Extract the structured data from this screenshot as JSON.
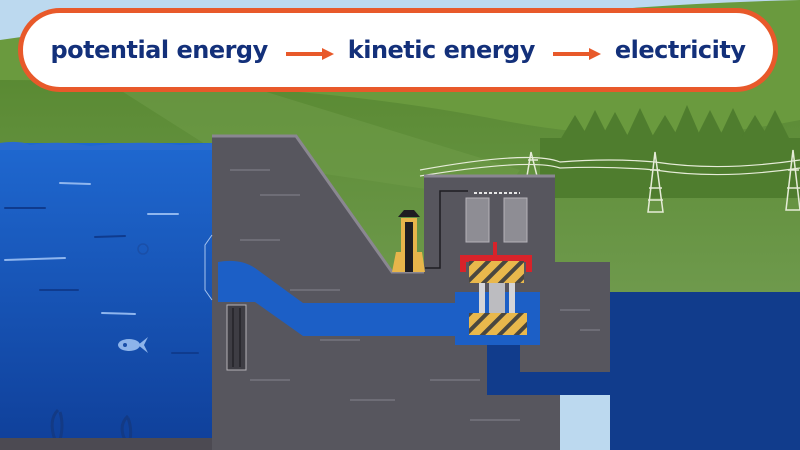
{
  "banner": {
    "steps": [
      "potential energy",
      "kinetic energy",
      "electricity"
    ],
    "arrow_icon": "right-arrow",
    "border_color": "#e8592a",
    "text_color": "#13307a"
  },
  "scene": {
    "description": "Cross-section of a hydroelectric dam",
    "elements": [
      "reservoir",
      "fish",
      "dam",
      "intake-gate",
      "penstock",
      "turbine",
      "generator",
      "transformer",
      "power-lines",
      "tailrace",
      "river"
    ],
    "colors": {
      "reservoir": "#1c5fc6",
      "river": "#113c8c",
      "dam": "#57565e",
      "hill": "#5e8a36",
      "sky": "#bcd9ef",
      "turbine_stripe": "#e9b84c",
      "generator_frame": "#d8232a"
    }
  }
}
